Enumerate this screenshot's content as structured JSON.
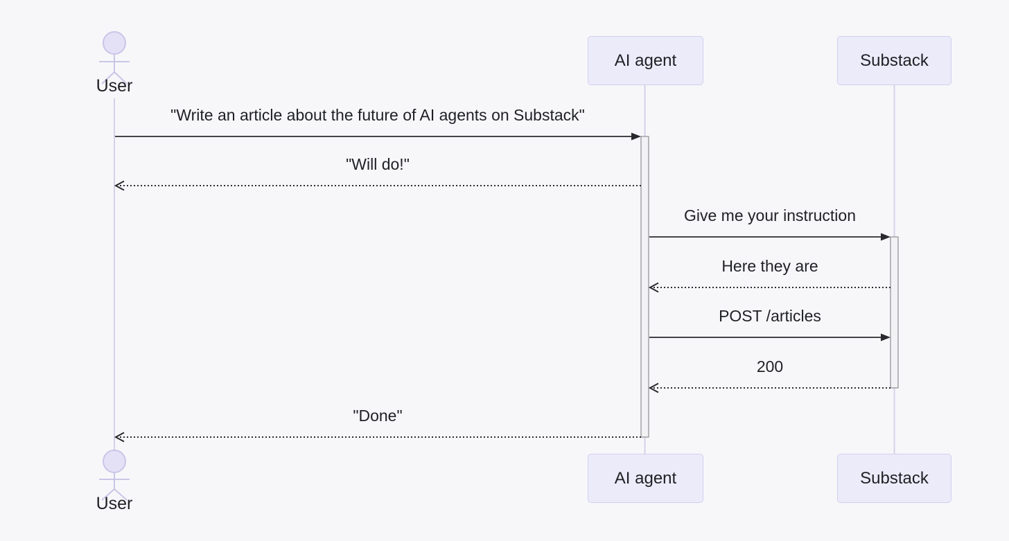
{
  "diagram": {
    "type": "sequence-diagram",
    "participants": [
      {
        "id": "user",
        "label": "User",
        "kind": "actor"
      },
      {
        "id": "ai-agent",
        "label": "AI agent",
        "kind": "box"
      },
      {
        "id": "substack",
        "label": "Substack",
        "kind": "box"
      }
    ],
    "messages": [
      {
        "from": "User",
        "to": "AI agent",
        "text": "\"Write an article about the future of AI agents on Substack\"",
        "line": "solid",
        "arrowhead": "filled"
      },
      {
        "from": "AI agent",
        "to": "User",
        "text": "\"Will do!\"",
        "line": "dotted",
        "arrowhead": "open"
      },
      {
        "from": "AI agent",
        "to": "Substack",
        "text": "Give me your instruction",
        "line": "solid",
        "arrowhead": "filled"
      },
      {
        "from": "Substack",
        "to": "AI agent",
        "text": "Here they are",
        "line": "dotted",
        "arrowhead": "open"
      },
      {
        "from": "AI agent",
        "to": "Substack",
        "text": "POST /articles",
        "line": "solid",
        "arrowhead": "filled"
      },
      {
        "from": "Substack",
        "to": "AI agent",
        "text": "200",
        "line": "dotted",
        "arrowhead": "open"
      },
      {
        "from": "AI agent",
        "to": "User",
        "text": "\"Done\"",
        "line": "dotted",
        "arrowhead": "open"
      }
    ],
    "activations": [
      {
        "participant": "AI agent",
        "from_message": 1,
        "to_message": 7
      },
      {
        "participant": "Substack",
        "from_message": 3,
        "to_message": 6
      }
    ],
    "colors": {
      "background": "#f7f7fa",
      "participant_fill": "#ecebfa",
      "participant_border": "#d2cfee",
      "lifeline": "#d5d1e8",
      "activation_fill": "#f2f2f4",
      "activation_border": "#8f8f93",
      "arrow": "#2a2a2e",
      "text": "#1f2024"
    }
  }
}
